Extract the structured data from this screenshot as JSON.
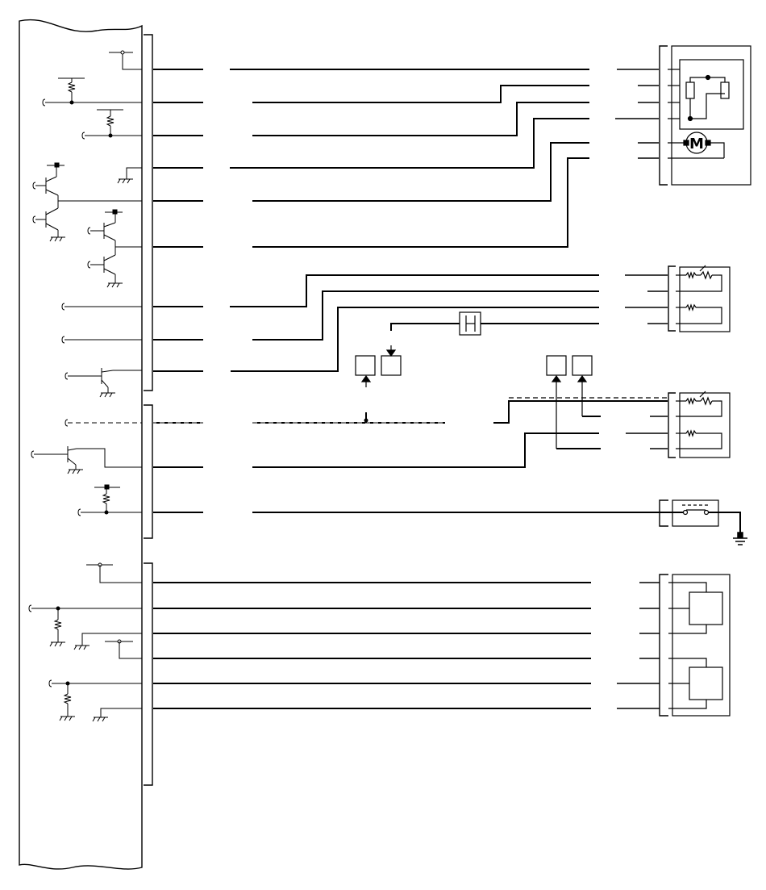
{
  "diagram": {
    "type": "electrical-wiring-schematic",
    "colors": {
      "line": "#000000",
      "background": "#ffffff"
    },
    "components": [
      {
        "name": "control-module",
        "icon": "ecu-body-icon"
      },
      {
        "name": "upper-connector",
        "icon": "connector-bracket-icon"
      },
      {
        "name": "middle-connector",
        "icon": "connector-bracket-icon"
      },
      {
        "name": "lower-connector",
        "icon": "connector-bracket-icon"
      },
      {
        "name": "motor-actuator",
        "icon": "motor-icon",
        "text": "M"
      },
      {
        "name": "heated-sensor-1",
        "icon": "heater-sensor-icon"
      },
      {
        "name": "heated-sensor-2",
        "icon": "heater-sensor-icon"
      },
      {
        "name": "switch-assembly",
        "icon": "switch-icon"
      },
      {
        "name": "dual-component-assembly",
        "icon": "module-box-icon"
      },
      {
        "name": "inline-fuse",
        "icon": "fuse-icon"
      },
      {
        "name": "ground",
        "icon": "ground-icon"
      }
    ]
  }
}
